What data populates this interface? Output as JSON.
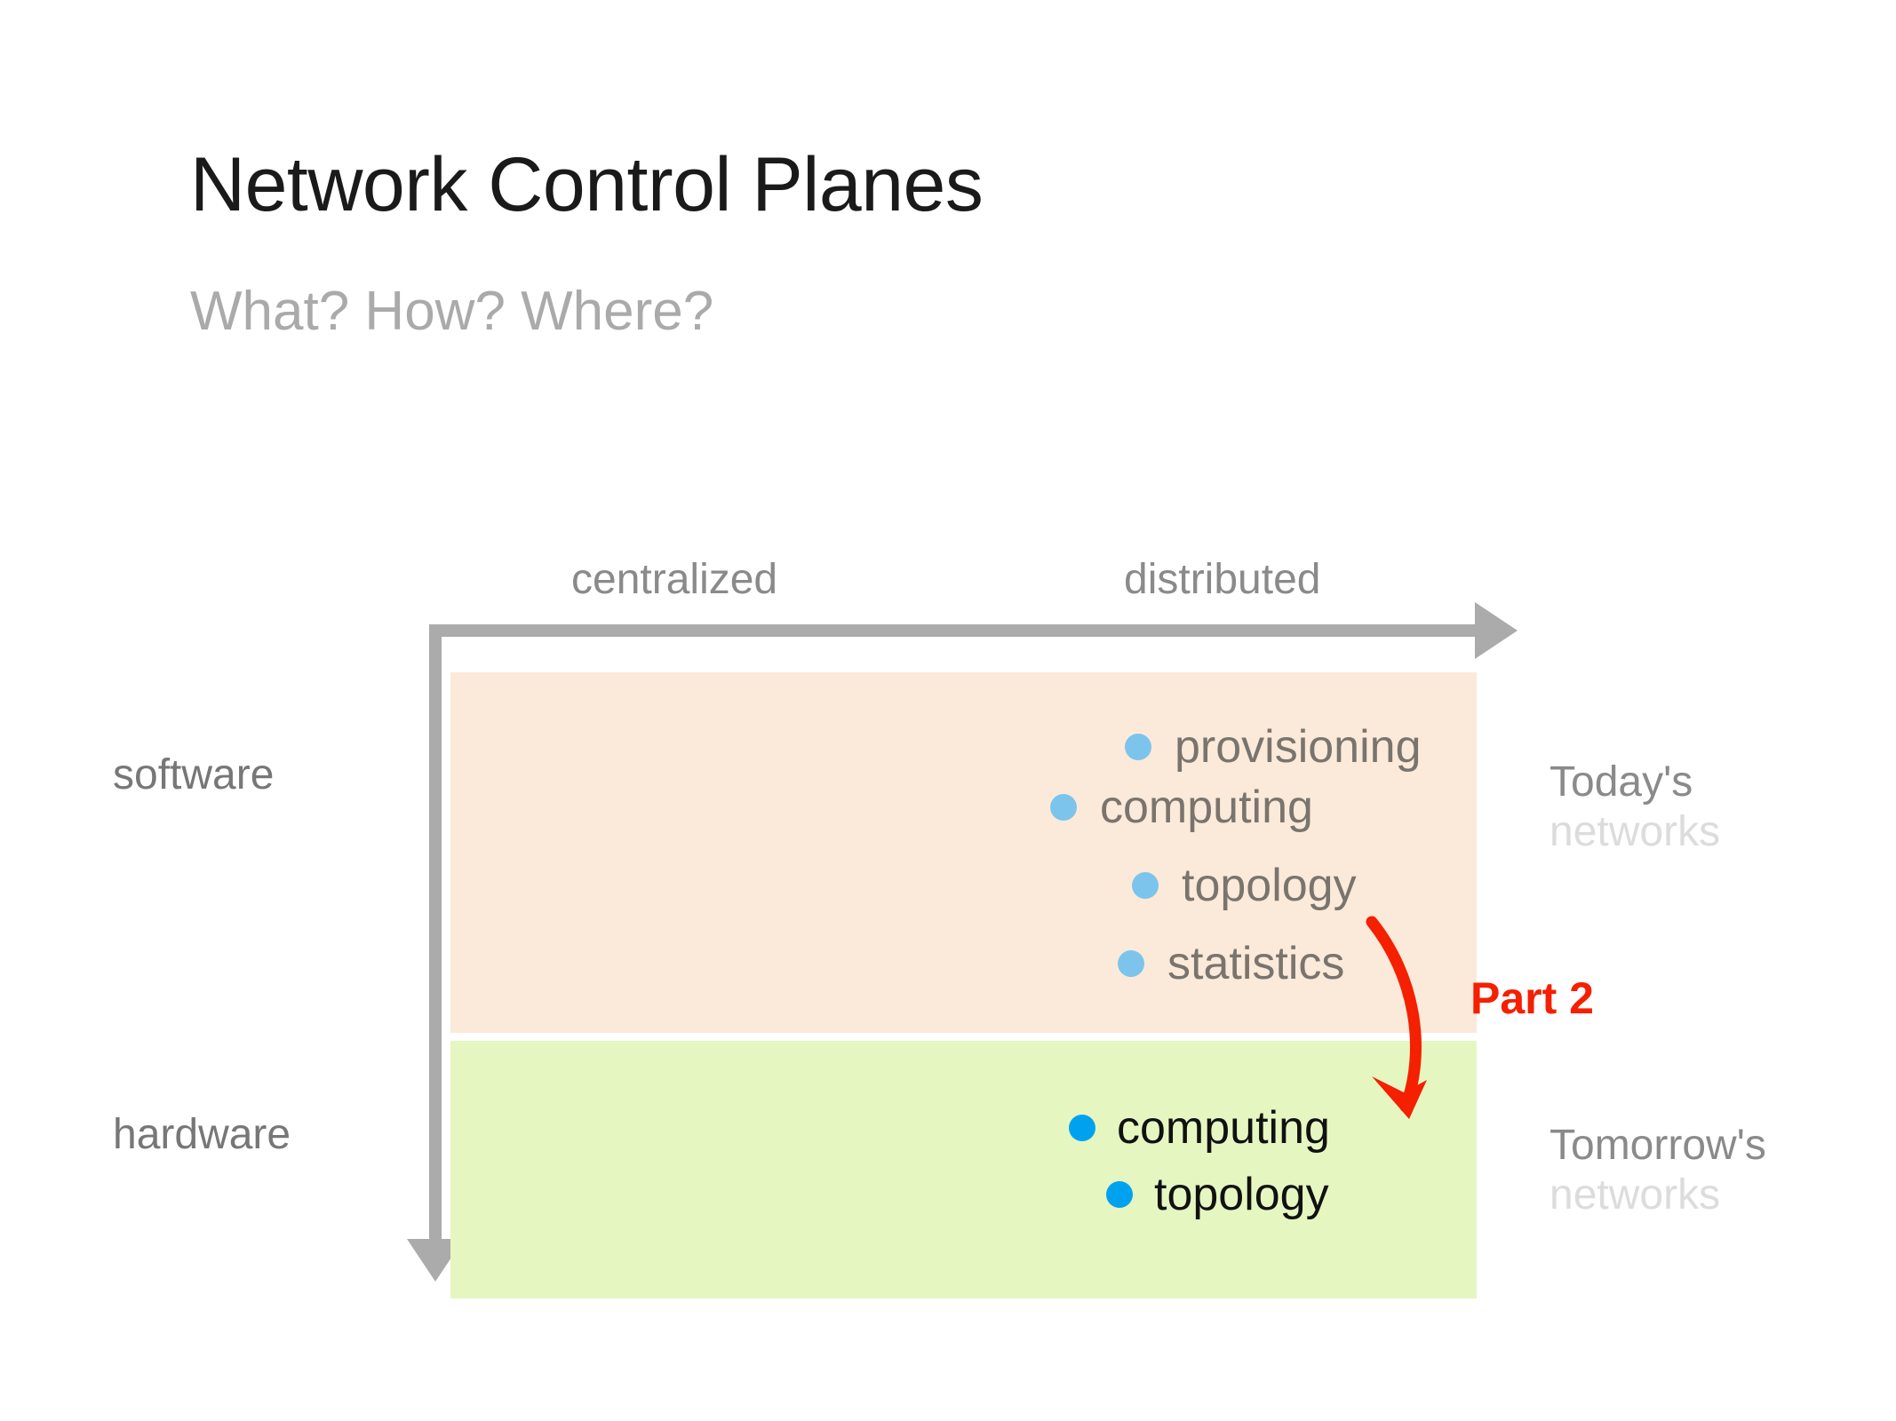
{
  "slide": {
    "title": "Network Control Planes",
    "subtitle": "What? How? Where?",
    "background_color": "#ffffff"
  },
  "diagram": {
    "x_axis": {
      "ticks": [
        {
          "label": "centralized"
        },
        {
          "label": "distributed"
        }
      ],
      "arrow_color": "#ababab"
    },
    "y_axis": {
      "ticks": [
        {
          "label": "software"
        },
        {
          "label": "hardware"
        }
      ],
      "arrow_color": "#ababab"
    },
    "bands": [
      {
        "key": "software",
        "row_label": "software",
        "fill": "#fbead9",
        "dot_color": "#7cc4ec",
        "text_color": "#7a746e",
        "items": [
          {
            "label": "provisioning"
          },
          {
            "label": "computing"
          },
          {
            "label": "topology"
          },
          {
            "label": "statistics"
          }
        ],
        "caption": {
          "line1": "Today's",
          "line2": "networks"
        }
      },
      {
        "key": "hardware",
        "row_label": "hardware",
        "fill": "#e6f6c1",
        "dot_color": "#00a2f0",
        "text_color": "#111111",
        "items": [
          {
            "label": "computing"
          },
          {
            "label": "topology"
          }
        ],
        "caption": {
          "line1": "Tomorrow's",
          "line2": "networks"
        }
      }
    ],
    "annotation": {
      "label": "Part 2",
      "color": "#f42000"
    }
  },
  "chart_data": {
    "type": "scatter",
    "title": "Network Control Planes",
    "subtitle": "What? How? Where?",
    "xlabel": "",
    "ylabel": "",
    "x_categories": [
      "centralized",
      "distributed"
    ],
    "y_categories": [
      "software",
      "hardware"
    ],
    "grid": false,
    "legend": "none",
    "regions": [
      {
        "name": "software",
        "fill": "#fbead9",
        "caption": "Today's networks"
      },
      {
        "name": "hardware",
        "fill": "#e6f6c1",
        "caption": "Tomorrow's networks"
      }
    ],
    "points": [
      {
        "label": "provisioning",
        "region": "software",
        "x_axis": "distributed",
        "dot_color": "#7cc4ec"
      },
      {
        "label": "computing",
        "region": "software",
        "x_axis": "distributed",
        "dot_color": "#7cc4ec"
      },
      {
        "label": "topology",
        "region": "software",
        "x_axis": "distributed",
        "dot_color": "#7cc4ec"
      },
      {
        "label": "statistics",
        "region": "software",
        "x_axis": "distributed",
        "dot_color": "#7cc4ec"
      },
      {
        "label": "computing",
        "region": "hardware",
        "x_axis": "distributed",
        "dot_color": "#00a2f0"
      },
      {
        "label": "topology",
        "region": "hardware",
        "x_axis": "distributed",
        "dot_color": "#00a2f0"
      }
    ],
    "annotations": [
      {
        "text": "Part 2",
        "color": "#f42000",
        "from": "software region",
        "to": "hardware region"
      }
    ]
  }
}
